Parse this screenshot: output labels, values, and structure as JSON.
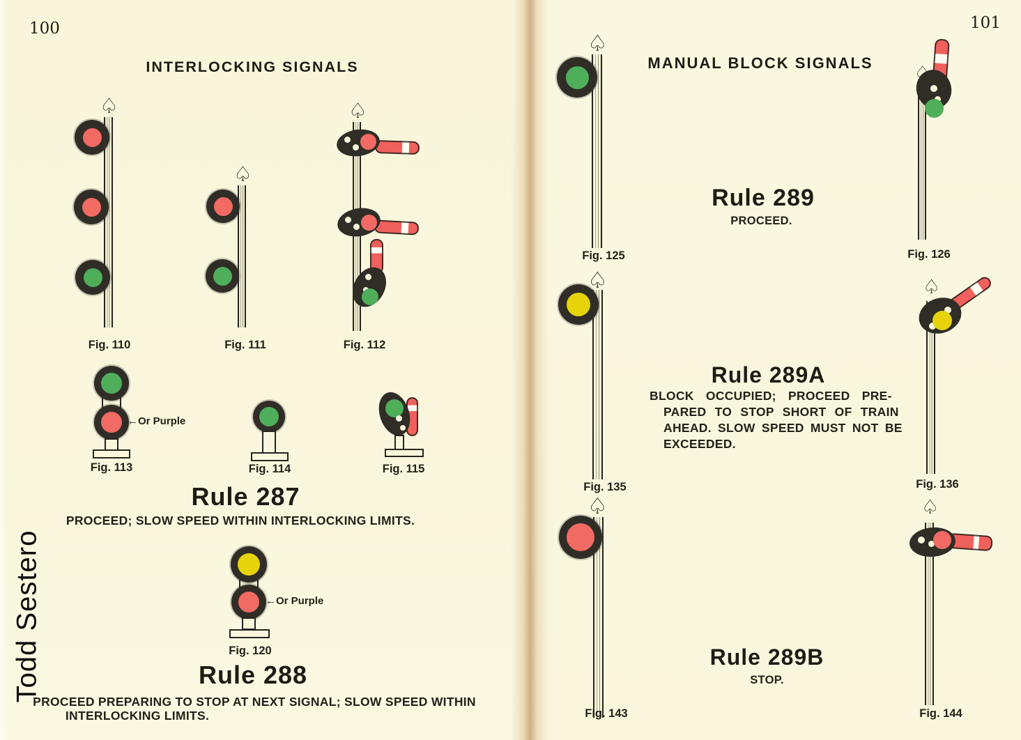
{
  "watermark": "Todd Sestero",
  "icons": {
    "finial": "♤"
  },
  "left_page": {
    "page_number": "100",
    "heading": "INTERLOCKING SIGNALS",
    "or_purple_label": "←Or Purple",
    "captions": {
      "fig110": "Fig. 110",
      "fig111": "Fig. 111",
      "fig112": "Fig. 112",
      "fig113": "Fig. 113",
      "fig114": "Fig. 114",
      "fig115": "Fig. 115",
      "fig120": "Fig. 120"
    },
    "rule287": {
      "title": "Rule 287",
      "text": "PROCEED; SLOW SPEED WITHIN INTERLOCKING LIMITS."
    },
    "rule288": {
      "title": "Rule 288",
      "line1": "PROCEED PREPARING TO STOP AT NEXT SIGNAL; SLOW SPEED WITHIN",
      "line2": "INTERLOCKING LIMITS."
    }
  },
  "right_page": {
    "page_number": "101",
    "heading": "MANUAL BLOCK SIGNALS",
    "captions": {
      "fig125": "Fig. 125",
      "fig126": "Fig. 126",
      "fig135": "Fig. 135",
      "fig136": "Fig. 136",
      "fig143": "Fig. 143",
      "fig144": "Fig. 144"
    },
    "rule289": {
      "title": "Rule 289",
      "text": "PROCEED."
    },
    "rule289a": {
      "title": "Rule 289A",
      "line1": "BLOCK OCCUPIED; PROCEED PRE-",
      "line2": "PARED TO STOP SHORT OF TRAIN",
      "line3": "AHEAD. SLOW SPEED MUST NOT BE",
      "line4": "EXCEEDED."
    },
    "rule289b": {
      "title": "Rule 289B",
      "text": "STOP."
    }
  },
  "colors": {
    "paper": "#f9f6dd",
    "ink": "#201d16",
    "red_lens": "#f26a64",
    "green_lens": "#4fae5a",
    "yellow_lens": "#e6d30a",
    "arm_red": "#f0605c",
    "ring_dark": "#2f2d26",
    "gutter_tan": "#caa36e"
  }
}
